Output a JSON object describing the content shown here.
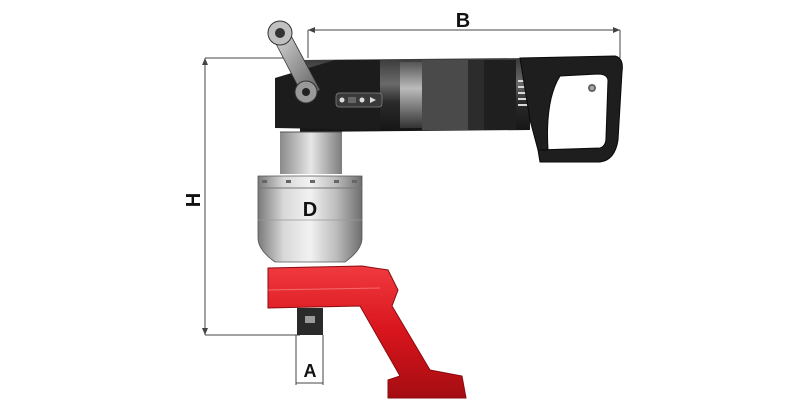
{
  "labels": {
    "a": "A",
    "b": "B",
    "d": "D",
    "h": "H"
  },
  "colors": {
    "reaction_arm": "#d8141c",
    "tool_body": "#222222",
    "gearbox": "#b5b5b5",
    "dimension_lines": "#444444"
  },
  "icons": [
    "torque-wrench-tool",
    "reaction-arm",
    "square-drive",
    "handle-lever"
  ]
}
